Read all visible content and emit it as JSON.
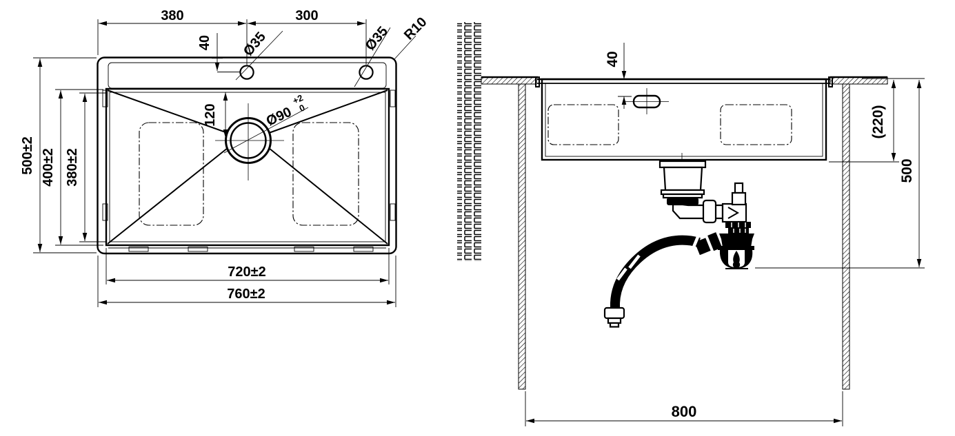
{
  "top_view": {
    "dim_width_left": "380",
    "dim_width_right": "300",
    "dim_hole_offset": "40",
    "hole1_dia": "Ø35",
    "hole2_dia": "Ø35",
    "corner_radius": "R10",
    "dim_drain_offset": "120",
    "drain_dia": "Ø90",
    "drain_tol_upper": "+2",
    "drain_tol_lower": "0",
    "dim_height_outer": "500±2",
    "dim_height_bowl": "400±2",
    "dim_height_inner": "380±2",
    "dim_width_bowl": "720±2",
    "dim_width_outer": "760±2"
  },
  "side_view": {
    "dim_faucet_offset": "40",
    "dim_bowl_depth": "(220)",
    "dim_install_depth": "500",
    "dim_cabinet_width": "800"
  },
  "colors": {
    "line": "#000000",
    "background": "#ffffff"
  }
}
